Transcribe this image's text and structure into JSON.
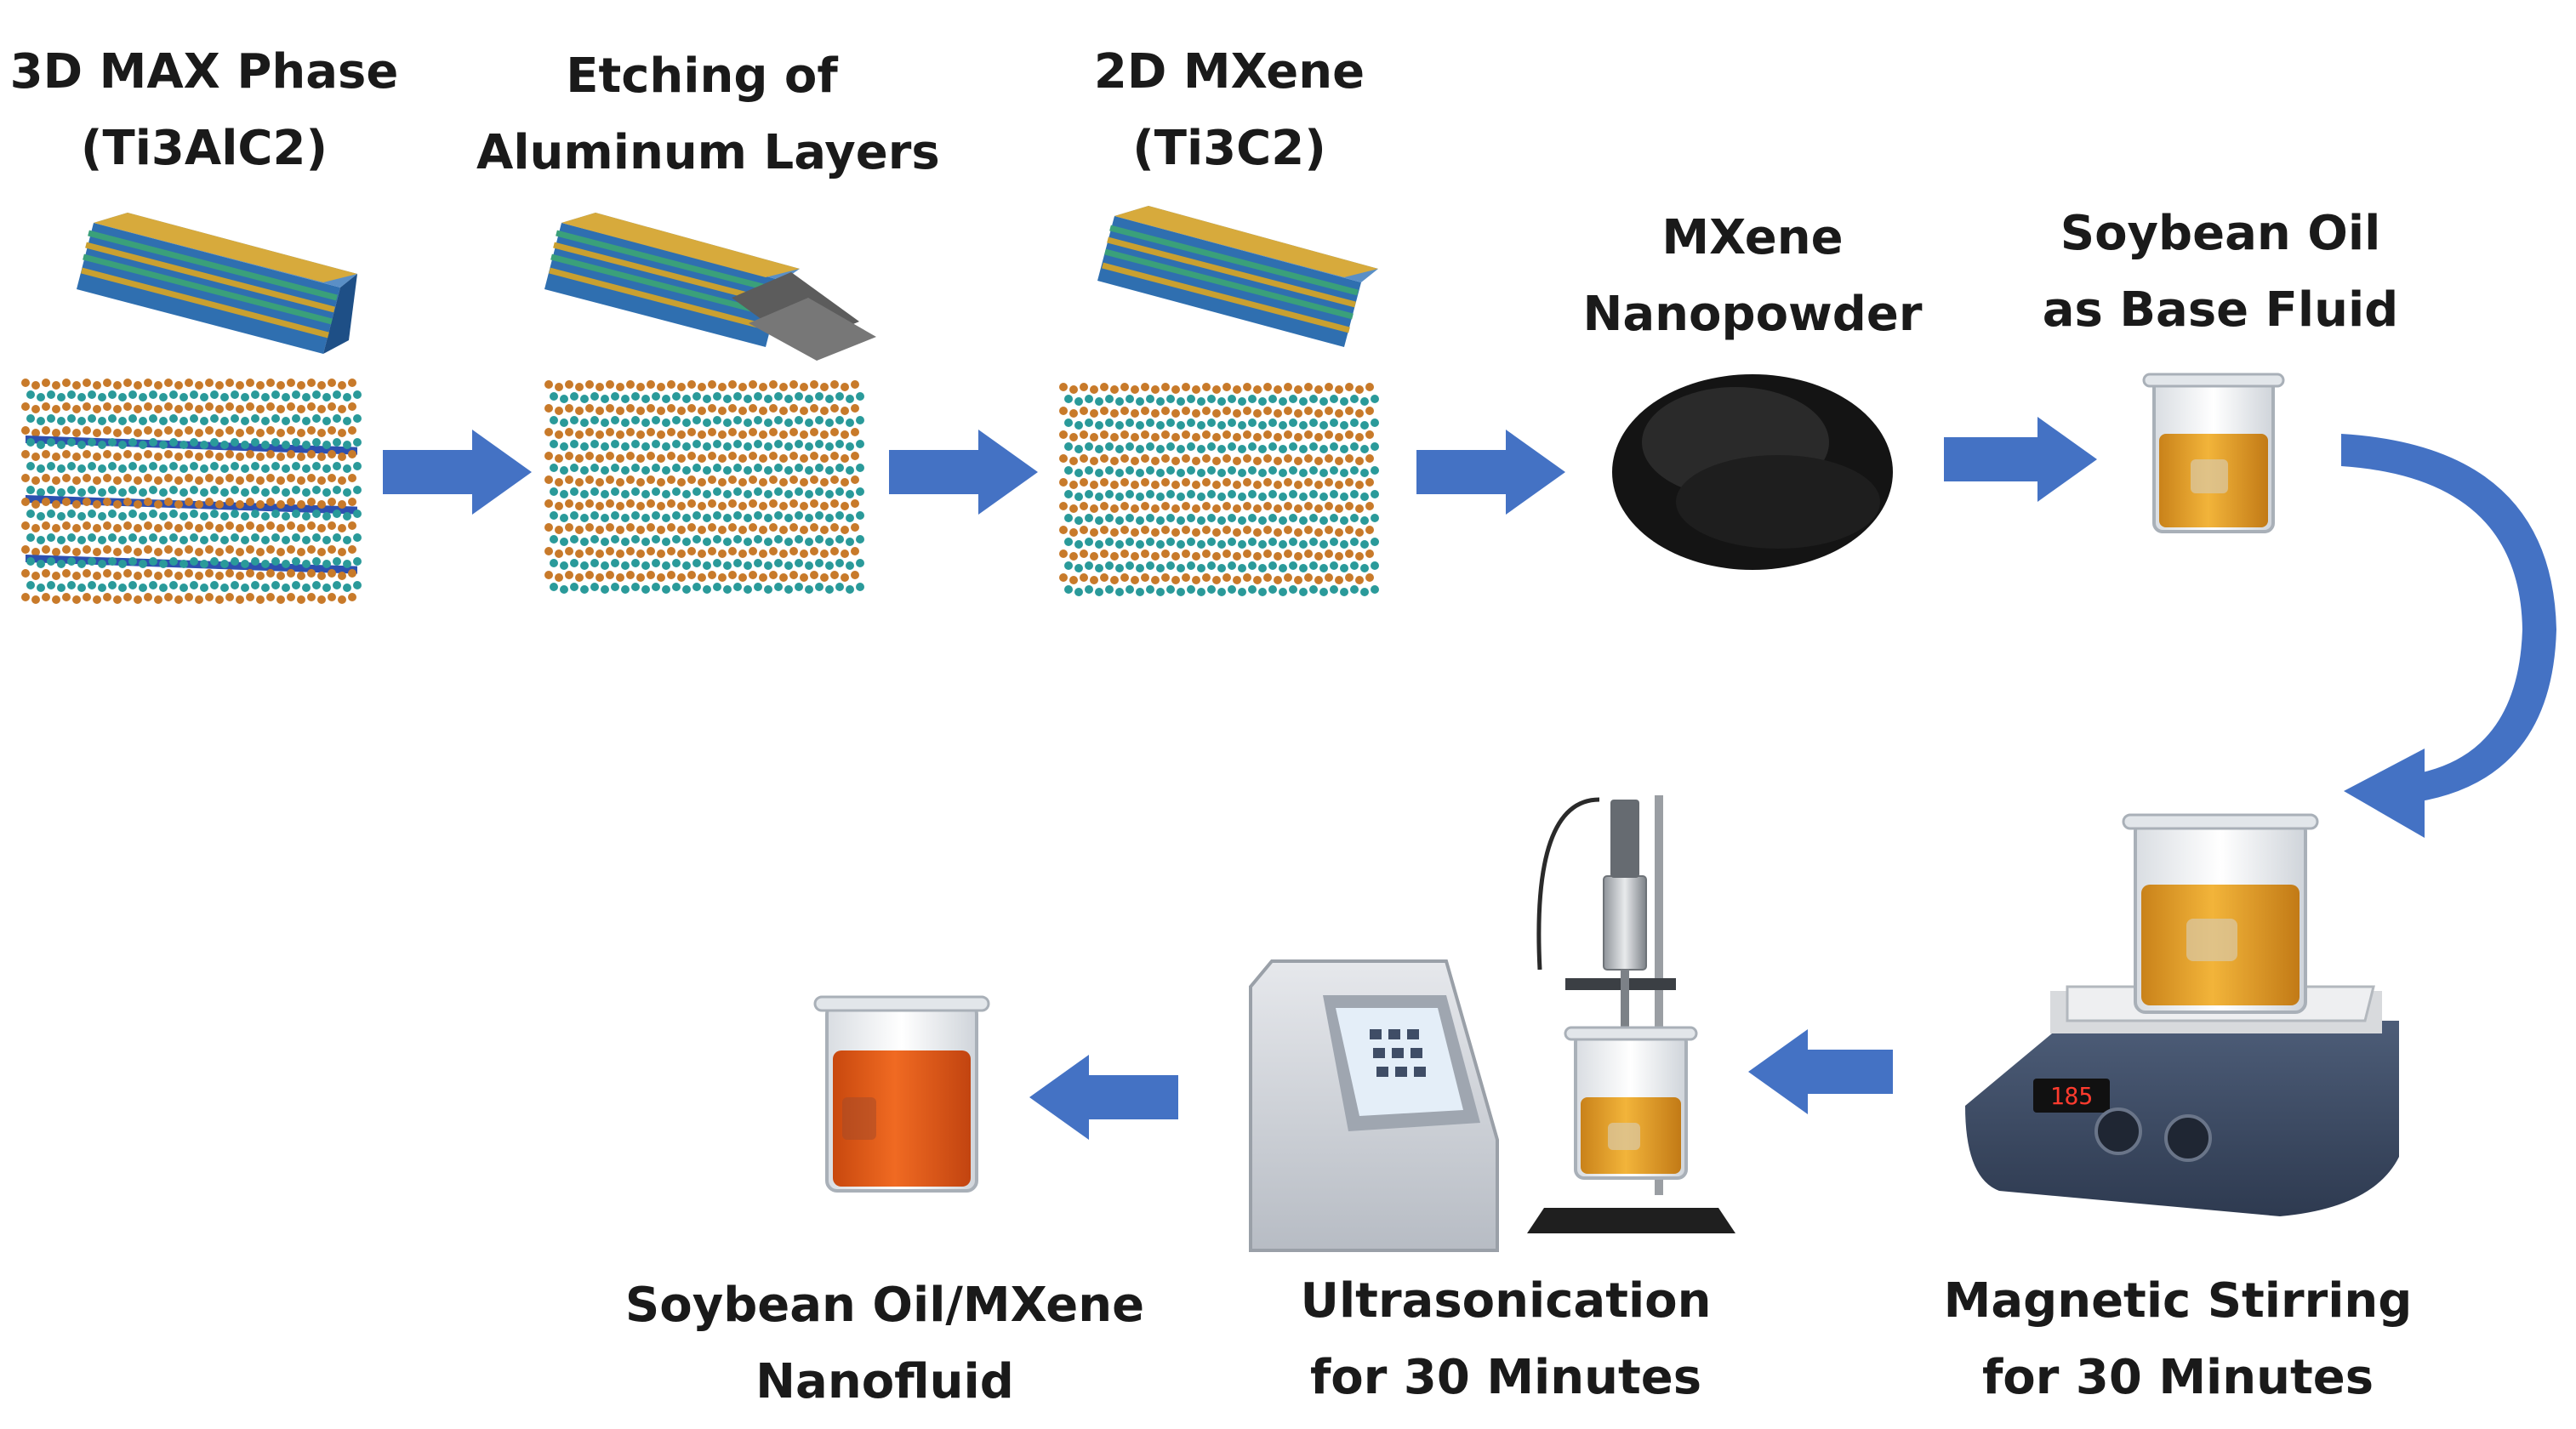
{
  "steps": {
    "max_phase": {
      "line1": "3D MAX Phase",
      "line2": "(Ti3AlC2)"
    },
    "etching": {
      "line1": "Etching of",
      "line2": "Aluminum Layers"
    },
    "mxene_2d": {
      "line1": "2D MXene",
      "line2": "(Ti3C2)"
    },
    "nanopowder": {
      "line1": "MXene",
      "line2": "Nanopowder"
    },
    "base_fluid": {
      "line1": "Soybean Oil",
      "line2": "as Base Fluid"
    },
    "stirring": {
      "line1": "Magnetic Stirring",
      "line2": "for 30 Minutes"
    },
    "ultrasonication": {
      "line1": "Ultrasonication",
      "line2": "for 30 Minutes"
    },
    "nanofluid": {
      "line1": "Soybean Oil/MXene",
      "line2": "Nanofluid"
    }
  },
  "device": {
    "stirrer_display": "185"
  },
  "colors": {
    "arrow": "#4472c4",
    "oil": "#e8a62a",
    "nanofluid": "#e8621a",
    "titanium": "#c87a2a",
    "carbon": "#2a9a9a",
    "aluminum": "#2d50b0",
    "powder": "#1c1c1c"
  }
}
